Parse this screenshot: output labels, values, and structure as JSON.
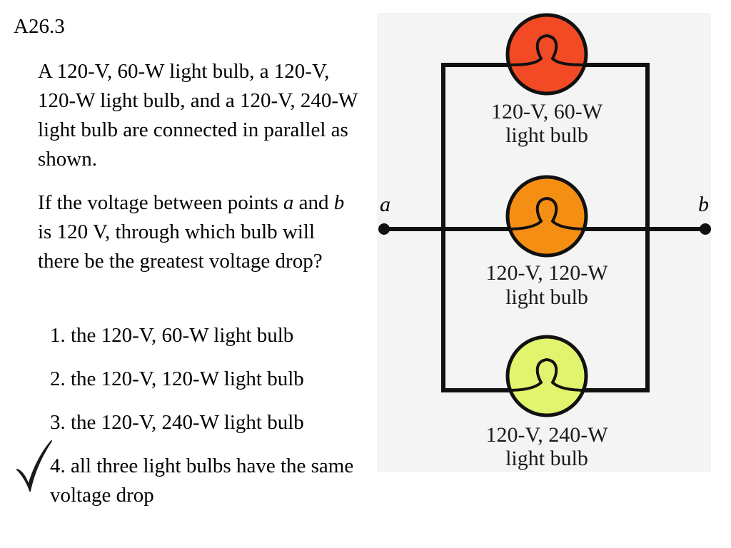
{
  "slide": {
    "number": "A26.3"
  },
  "question": {
    "paragraph1": "A 120-V, 60-W light bulb, a 120-V, 120-W light bulb, and a 120-V, 240-W light bulb are connected in parallel as shown.",
    "paragraph2_part1": "If the voltage between points ",
    "point_a": "a",
    "paragraph2_part2": " and ",
    "point_b": "b",
    "paragraph2_part3": " is 120 V, through which bulb will there be the greatest voltage drop?"
  },
  "options": [
    {
      "text": "1. the 120-V, 60-W light bulb"
    },
    {
      "text": "2. the 120-V, 120-W light bulb"
    },
    {
      "text": "3. the 120-V, 240-W light bulb"
    },
    {
      "text": "4. all three light bulbs have the same voltage drop"
    }
  ],
  "correct_marker": "checkmark-icon",
  "circuit": {
    "point_a_label": "a",
    "point_b_label": "b",
    "bulbs": [
      {
        "label_line1": "120-V, 60-W",
        "label_line2": "light bulb",
        "color": "#f24a24"
      },
      {
        "label_line1": "120-V, 120-W",
        "label_line2": "light bulb",
        "color": "#f58f14"
      },
      {
        "label_line1": "120-V, 240-W",
        "label_line2": "light bulb",
        "color": "#e2f46e"
      }
    ]
  }
}
